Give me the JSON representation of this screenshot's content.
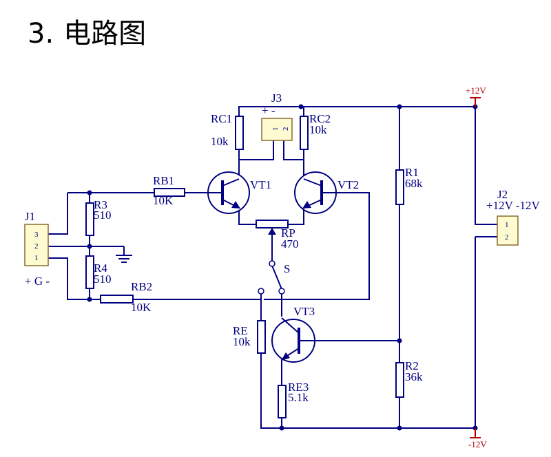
{
  "heading": {
    "number": "3.",
    "title": "电路图"
  },
  "labels": {
    "J1": "J1",
    "J1_polarity": "+ G -",
    "R3": "R3",
    "R3_val": "510",
    "R4": "R4",
    "R4_val": "510",
    "RB1": "RB1",
    "RB1_val": "10K",
    "RB2": "RB2",
    "RB2_val": "10K",
    "RC1": "RC1",
    "RC1_val": "10k",
    "RC2": "RC2",
    "RC2_val": "10k",
    "J3": "J3",
    "J3_polarity": "+ -",
    "VT1": "VT1",
    "VT2": "VT2",
    "VT3": "VT3",
    "RP": "RP",
    "RP_val": "470",
    "S": "S",
    "RE": "RE",
    "RE_val": "10k",
    "RE3": "RE3",
    "RE3_val": "5.1k",
    "R1": "R1",
    "R1_val": "68k",
    "R2": "R2",
    "R2_val": "36k",
    "J2": "J2",
    "J2_desc": "+12V -12V",
    "pos_supply": "+12V",
    "neg_supply": "-12V"
  },
  "pins": {
    "J1": [
      "3",
      "2",
      "1"
    ],
    "J2": [
      "1",
      "2"
    ],
    "J3": [
      "1",
      "2"
    ]
  }
}
